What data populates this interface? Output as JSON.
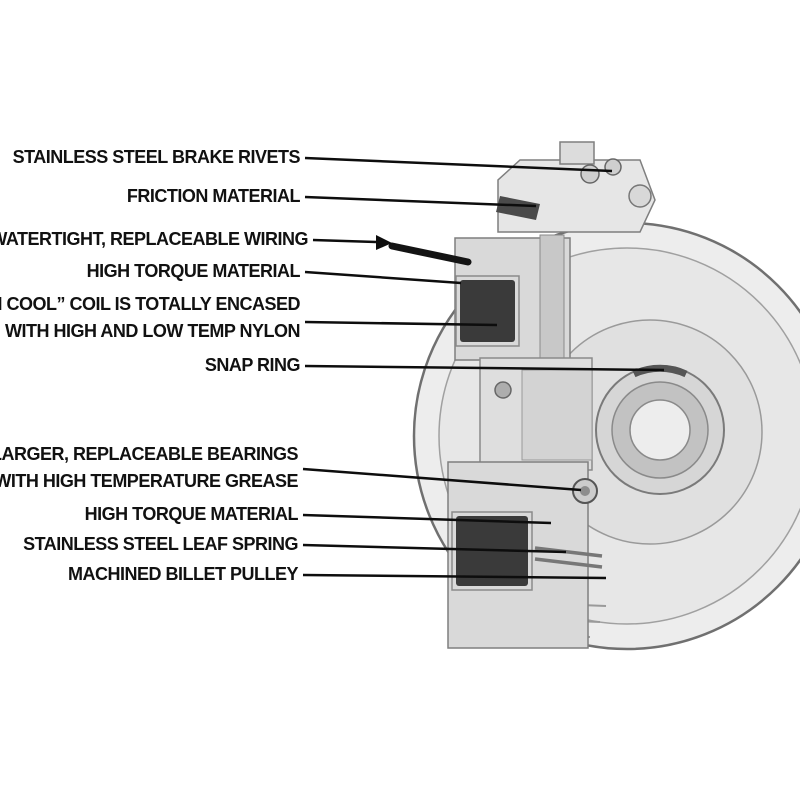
{
  "diagram": {
    "kind": "clutch-cutaway-illustration",
    "background": "#ffffff"
  },
  "colors": {
    "label_text": "#111111",
    "leader_line": "#0d0d0d",
    "metal_light": "#ececec",
    "metal_mid": "#d8d8d8",
    "metal_dark": "#bdbdbd",
    "coil_dark": "#3a3a3a",
    "wire_black": "#141414"
  },
  "callouts": [
    {
      "id": "brake-rivets",
      "text": "Stainless Steel Brake Rivets"
    },
    {
      "id": "friction-material",
      "text": "Friction Material"
    },
    {
      "id": "wiring",
      "text": "Watertight, Replaceable Wiring"
    },
    {
      "id": "torque-top",
      "text": "High Torque Material"
    },
    {
      "id": "coil",
      "text": "“Run Cool” Coil is Totally Encased",
      "text2": "With High and Low Temp Nylon"
    },
    {
      "id": "snap-ring",
      "text": "Snap Ring"
    },
    {
      "id": "bearings",
      "text": "Larger, Replaceable Bearings",
      "text2": "With High Temperature Grease"
    },
    {
      "id": "torque-bottom",
      "text": "High Torque Material"
    },
    {
      "id": "leaf-spring",
      "text": "Stainless Steel Leaf Spring"
    },
    {
      "id": "billet-pulley",
      "text": "Machined Billet Pulley"
    }
  ]
}
